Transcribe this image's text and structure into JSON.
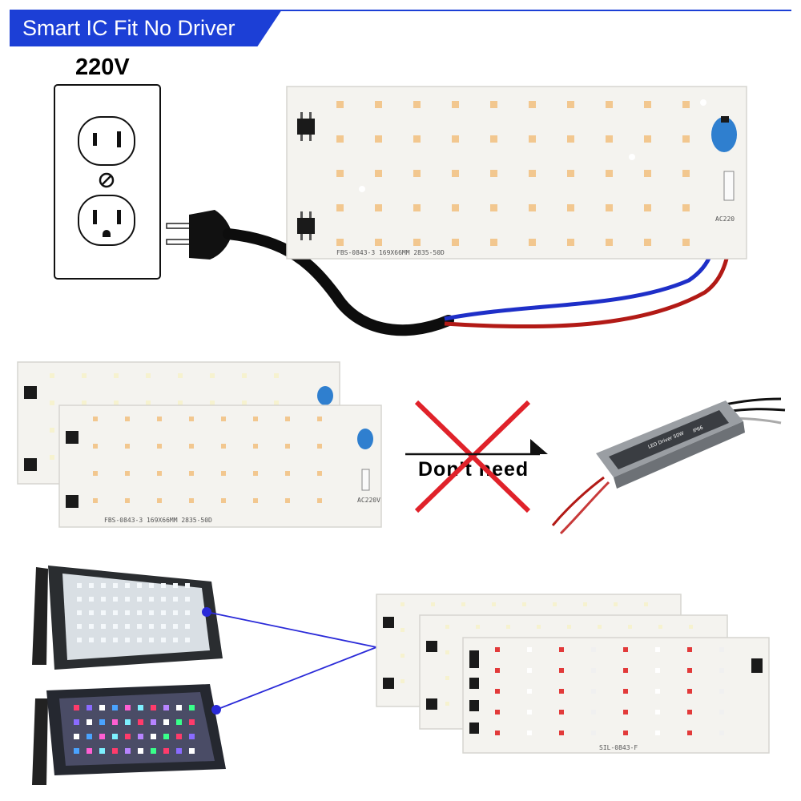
{
  "header": {
    "title": "Smart IC Fit No Driver"
  },
  "outlet": {
    "voltage_label": "220V"
  },
  "main_board": {
    "part_label": "FBS-0843-3   169X66MM  2835-50D",
    "ac_label": "AC220"
  },
  "stacked_boards": {
    "part_label": "FBS-0843-3   169X66MM  2835-50D",
    "ac_label": "AC220V"
  },
  "driver_callout": {
    "label": "Don't need",
    "driver_label": "LED Driver 50W",
    "driver_rating": "IP66"
  },
  "rgb_board": {
    "part_label": "SIL-0843-F"
  },
  "colors": {
    "banner_blue": "#1c3fd6",
    "wire_blue": "#1e2fc8",
    "wire_red": "#b21a16",
    "cross_red": "#e0222a",
    "connector_blue": "#2a2ad8"
  }
}
